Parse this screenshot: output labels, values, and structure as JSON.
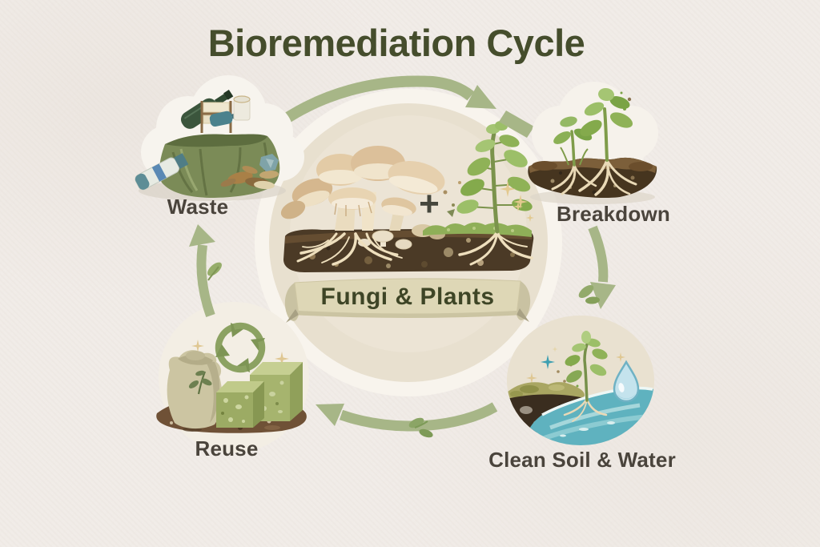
{
  "title": "Bioremediation Cycle",
  "diagram": {
    "type": "cycle",
    "direction": "clockwise",
    "steps": [
      "Waste",
      "Breakdown",
      "Clean Soil & Water",
      "Reuse"
    ]
  },
  "center": {
    "banner_label": "Fungi & Plants",
    "plus_sign": "+",
    "illustration": "oyster-mushrooms-and-plant-in-soil-cross-section"
  },
  "nodes": [
    {
      "id": "waste",
      "label": "Waste",
      "position": "top-left",
      "illustration": "green-trash-bag-with-bottles-papers-debris"
    },
    {
      "id": "breakdown",
      "label": "Breakdown",
      "position": "top-right",
      "illustration": "seedlings-with-roots-in-soil-mound"
    },
    {
      "id": "clean-soil-water",
      "label": "Clean Soil & Water",
      "position": "bottom-right",
      "illustration": "plant-clean-soil-water-droplet"
    },
    {
      "id": "reuse",
      "label": "Reuse",
      "position": "bottom-left",
      "illustration": "sack-compost-blocks-recycle-arrows"
    }
  ],
  "palette": {
    "background": "#f1ece8",
    "title_text": "#454d2c",
    "label_text": "#4a443c",
    "arrow_green": "#a7b687",
    "banner_fill": "#ded7b6",
    "banner_text": "#3e4526",
    "center_circle": "#e8e0cf",
    "soil_brown": "#4b3a26",
    "mushroom_tan": "#dcc29c",
    "leaf_green": "#8fb257",
    "water_teal": "#5fb2bf",
    "droplet_blue": "#c4e3ed"
  }
}
